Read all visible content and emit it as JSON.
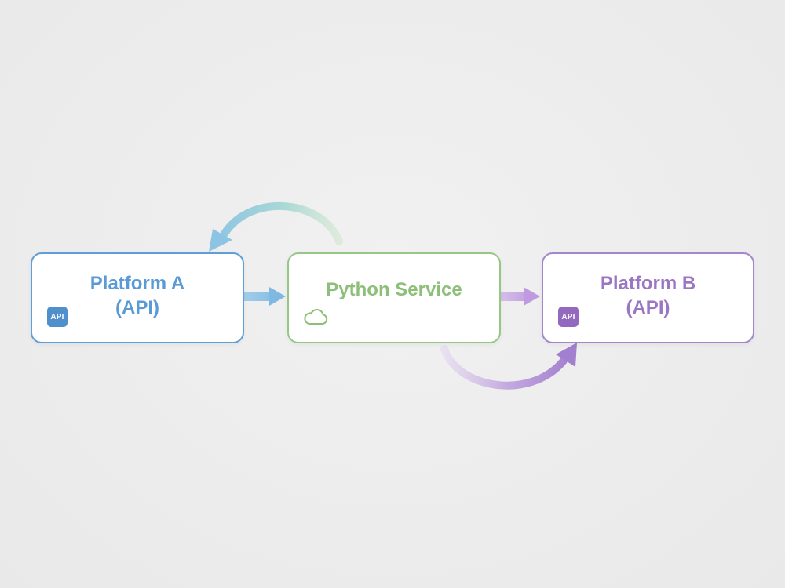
{
  "diagram": {
    "nodes": [
      {
        "id": "platform-a",
        "label": "Platform A\n(API)",
        "badge": "API",
        "color": "#5b9bd5",
        "icon": "api-badge-icon"
      },
      {
        "id": "python-service",
        "label": "Python Service",
        "color": "#8dbf79",
        "icon": "cloud-icon"
      },
      {
        "id": "platform-b",
        "label": "Platform B\n(API)",
        "badge": "API",
        "color": "#9a76c3",
        "icon": "api-badge-icon"
      }
    ],
    "edges": [
      {
        "from": "platform-a",
        "to": "python-service",
        "style": "straight",
        "color": "#8ec3e6"
      },
      {
        "from": "python-service",
        "to": "platform-b",
        "style": "straight",
        "color": "#c8a6e0"
      },
      {
        "from": "python-service",
        "to": "platform-a",
        "style": "curved-over",
        "color": "#a8d8d8"
      },
      {
        "from": "python-service",
        "to": "platform-b",
        "style": "curved-under",
        "color": "#a784cf"
      }
    ]
  }
}
